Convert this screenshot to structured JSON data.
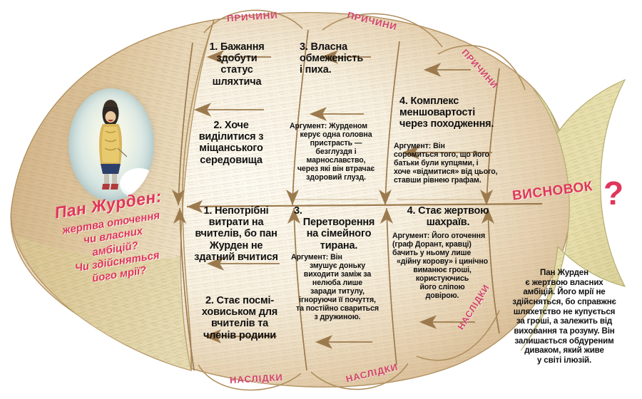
{
  "diagram": {
    "type": "fishbone-ishikawa",
    "head": {
      "title_main": "Пан Журден:",
      "title_sub_lines": [
        "жертва оточення",
        "чи власних",
        "амбіцій?",
        "Чи здійсняться",
        "його мрії?"
      ],
      "eye_figure_alt": "Ілюстрація пана Журдена"
    },
    "tail": {
      "label": "ВИСНОВОК",
      "question_mark": "?"
    },
    "ribbons": {
      "causes": [
        "ПРИЧИНИ",
        "ПРИЧИНИ",
        "ПРИЧИНИ"
      ],
      "effects": [
        "НАСЛІДКИ",
        "НАСЛІДКИ",
        "НАСЛІДКИ"
      ]
    },
    "causes": [
      {
        "id": "cause-1",
        "title": "1. Бажання здобути статус шляхтича",
        "title_lines": [
          "1. Бажання",
          "здобути",
          "статус",
          "шляхтича"
        ],
        "argument": ""
      },
      {
        "id": "cause-2",
        "title": "2. Хоче виділитися з міщанського середовища",
        "title_lines": [
          "2. Хоче",
          "виділитися з",
          "міщанського",
          "середовища"
        ],
        "argument": ""
      },
      {
        "id": "cause-3",
        "title": "3. Власна обмеженість і пиха.",
        "title_lines": [
          "3. Власна",
          "обмеженість",
          "і пиха."
        ],
        "argument_label": "Аргумент:",
        "argument": "Журденом керує одна головна пристрасть — безглуздя і марнославство, через які він втрачає здоровий глузд.",
        "argument_lines": [
          "Журденом",
          "керує одна головна",
          "пристрасть —",
          "безглуздя і",
          "марнославство,",
          "через які він втрачає",
          "здоровий глузд."
        ]
      },
      {
        "id": "cause-4",
        "title": "4. Комплекс меншовартості через походження.",
        "title_lines": [
          "4. Комплекс",
          "меншовартості",
          "через походження."
        ],
        "argument_label": "Аргумент:",
        "argument": "Він соромиться того, що його батьки були купцями, і хоче «відмитися» від цього, ставши рівнею графам.",
        "argument_lines": [
          "Він",
          "соромиться того, що його",
          "батьки були купцями, і",
          "хоче «відмитися» від цього,",
          "ставши рівнею графам."
        ]
      }
    ],
    "effects": [
      {
        "id": "effect-1",
        "title": "1. Непотрібні витрати на вчителів, бо пан Журден не здатний вчитися",
        "title_lines": [
          "1. Непотрібні",
          "витрати на",
          "вчителів, бо пан",
          "Журден не",
          "здатний вчитися"
        ],
        "argument": ""
      },
      {
        "id": "effect-2",
        "title": "2. Стає посміховиськом для вчителів та членів родини",
        "title_lines": [
          "2. Стає посмі-",
          "ховиськом для",
          "вчителів та",
          "членів родини"
        ],
        "argument": ""
      },
      {
        "id": "effect-3",
        "title": "3. Перетворення на сімейного тирана.",
        "title_lines": [
          "3.",
          "Перетворення",
          "на сімейного",
          "тирана."
        ],
        "argument_label": "Аргумент:",
        "argument": "Він змушує доньку виходити заміж за нелюба лише заради титулу, ігноруючи її почуття, та постійно свариться з дружиною.",
        "argument_lines": [
          "Він",
          "змушує доньку",
          "виходити заміж за",
          "нелюба лише",
          "заради титулу,",
          "ігноруючи її почуття,",
          "та постійно свариться",
          "з дружиною."
        ]
      },
      {
        "id": "effect-4",
        "title": "4. Стає жертвою шахраїв.",
        "title_lines": [
          "4. Стає жертвою",
          "шахраїв."
        ],
        "argument_label": "Аргумент:",
        "argument": "Його оточення (граф Дорант, кравці) бачить у ньому лише «дійну корову» і цинічно виманює гроші, користуючись його сліпою довірою.",
        "argument_lines": [
          "Його оточення",
          "(граф Дорант, кравці)",
          "бачить у ньому лише",
          "«дійну корову» і цинічно",
          "виманює гроші,",
          "користуючись",
          "його сліпою",
          "довірою."
        ]
      }
    ],
    "conclusion": {
      "text": "Пан Журден є жертвою власних амбіцій. Його мрії не здійсняться, бо справжнє шляхетство не купується за гроші, а залежить від виховання та розуму. Він залишається обдуреним диваком, який живе у світі ілюзій.",
      "lines": [
        "Пан Журден",
        "є жертвою власних",
        "амбіцій. Його мрії не",
        "здійсняться, бо справжнє",
        "шляхетство не купується",
        "за гроші, а залежить від",
        "виховання та розуму. Він",
        "залишається обдуреним",
        "диваком, який живе",
        "у світі ілюзій."
      ]
    },
    "colors": {
      "ribbon_pink": "#d1436b",
      "title_red": "#e0365c",
      "bone_brown": "#9c7a4e",
      "paper_tan": "#d8b98c",
      "paper_light": "#f7f2e6",
      "paper_olive": "#d9d3a0",
      "text_dark": "#111111"
    }
  }
}
